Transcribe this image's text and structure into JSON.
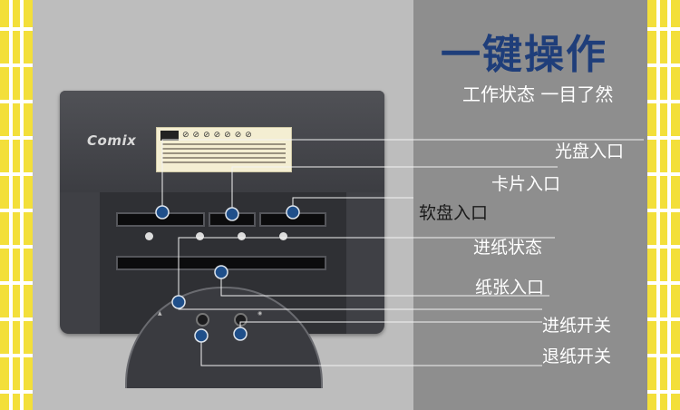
{
  "title": "一键操作",
  "subtitle": "工作状态 一目了然",
  "brand": "Comix",
  "callouts": [
    {
      "key": "cd",
      "label": "光盘入口"
    },
    {
      "key": "card",
      "label": "卡片入口"
    },
    {
      "key": "floppy",
      "label": "软盘入口"
    },
    {
      "key": "feed_status",
      "label": "进纸状态"
    },
    {
      "key": "paper",
      "label": "纸张入口"
    },
    {
      "key": "feed_switch",
      "label": "进纸开关"
    },
    {
      "key": "reverse_switch",
      "label": "退纸开关"
    }
  ],
  "colors": {
    "border": "#f3df3a",
    "accent": "#1f3e7a",
    "marker": "#1f4f8a",
    "body": "#3f4045"
  }
}
